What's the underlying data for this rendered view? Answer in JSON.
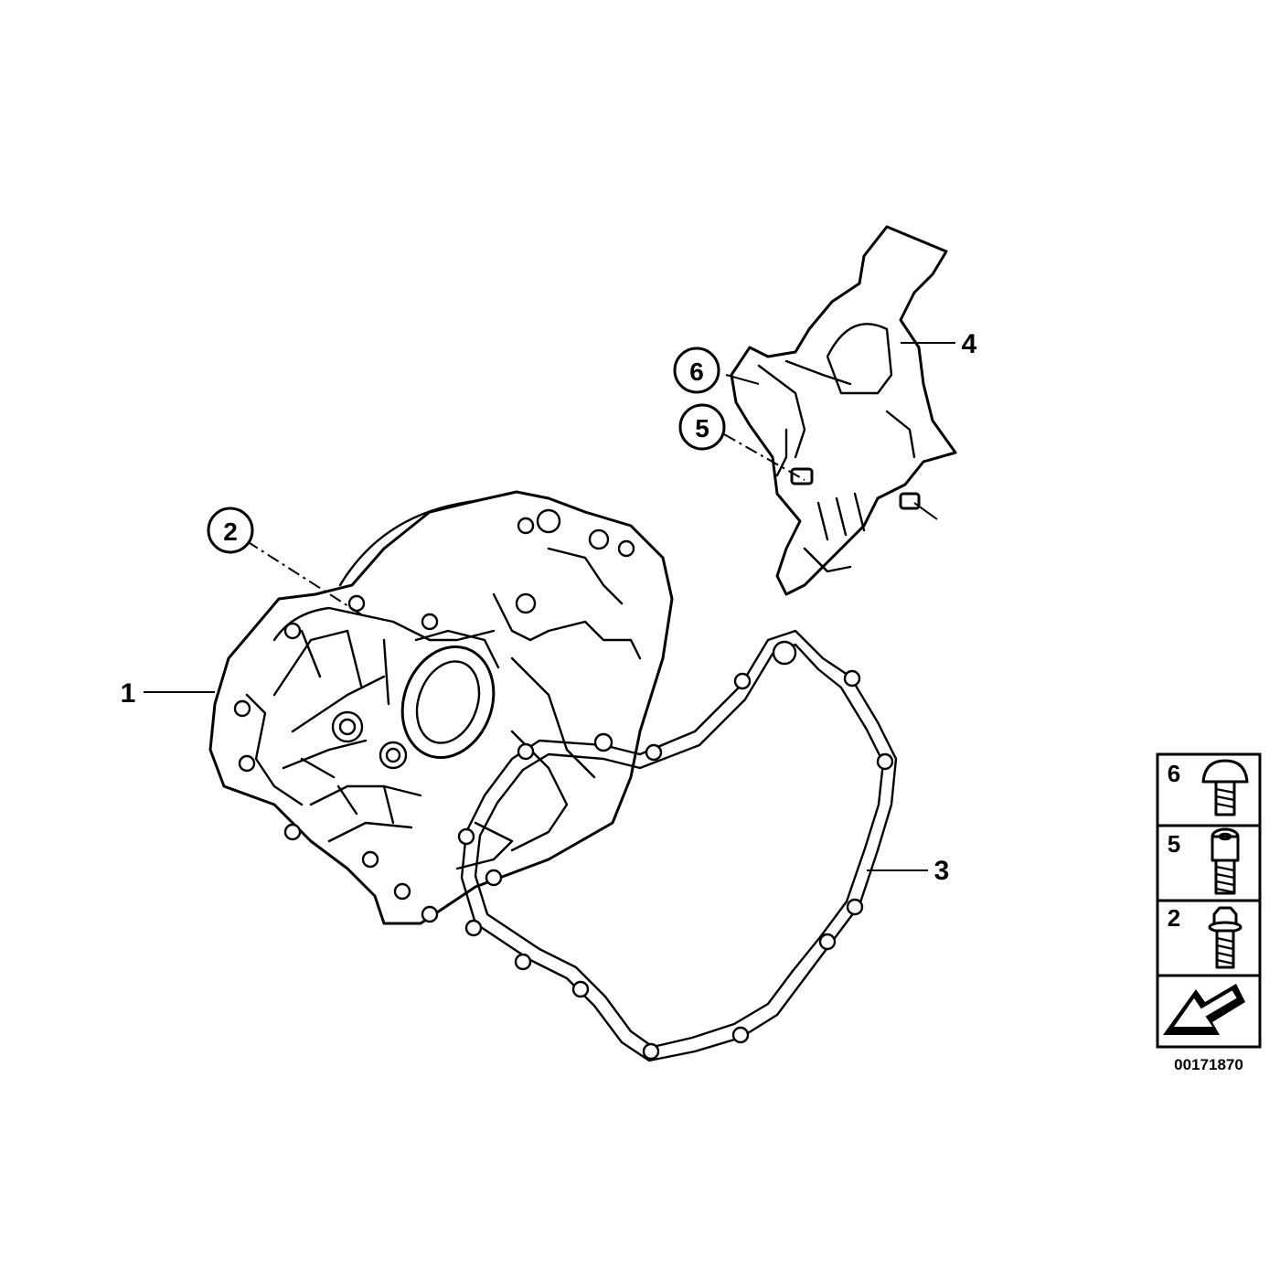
{
  "diagram": {
    "labels": [
      {
        "id": "1",
        "text": "1",
        "part": "housing cover"
      },
      {
        "id": "2",
        "text": "2",
        "part": "bolt",
        "circled": true
      },
      {
        "id": "3",
        "text": "3",
        "part": "gasket"
      },
      {
        "id": "4",
        "text": "4",
        "part": "cover guard"
      },
      {
        "id": "5",
        "text": "5",
        "part": "bolt",
        "circled": true
      },
      {
        "id": "6",
        "text": "6",
        "part": "bolt",
        "circled": true
      }
    ],
    "fastener_panel": {
      "rows": [
        {
          "label": "6",
          "icon": "button-head-screw-icon"
        },
        {
          "label": "5",
          "icon": "socket-cap-screw-icon"
        },
        {
          "label": "2",
          "icon": "flange-bolt-icon"
        }
      ],
      "direction_icon": "direction-arrow-icon"
    },
    "reference_number": "00171870"
  }
}
